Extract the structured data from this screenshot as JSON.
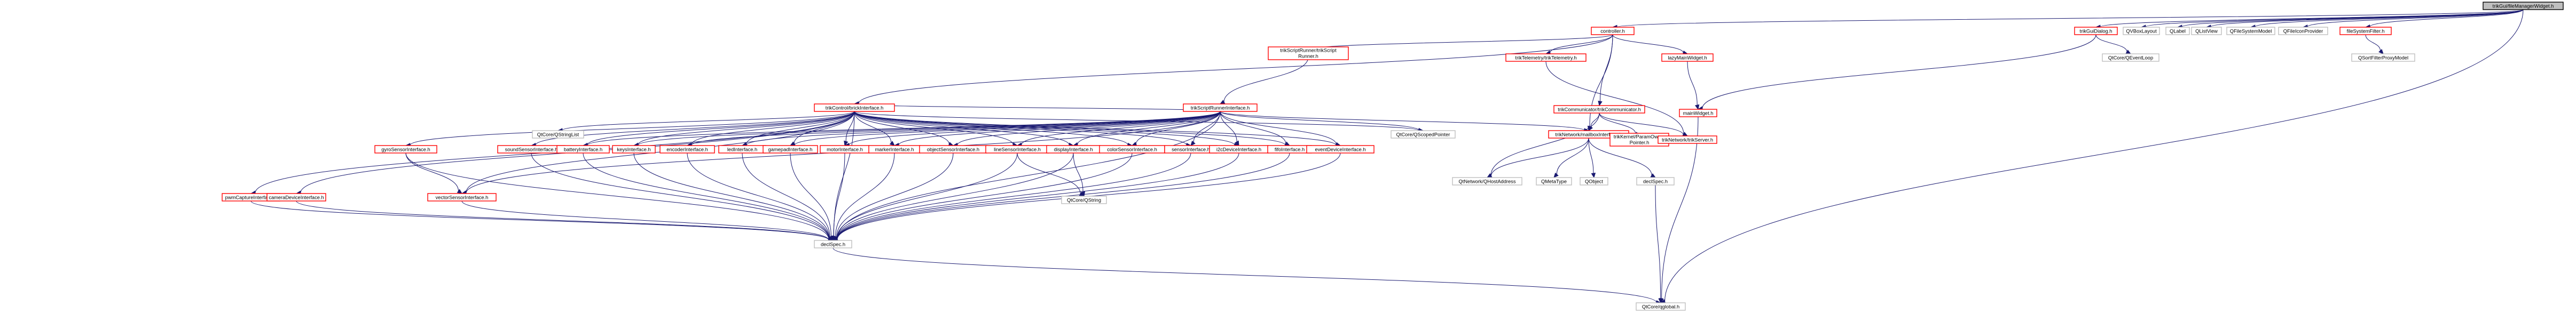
{
  "graph": {
    "nodes": [
      {
        "id": "root",
        "label": "trikGui/fileManagerWidget.h",
        "style": "root"
      },
      {
        "id": "controller",
        "label": "controller.h",
        "style": "red"
      },
      {
        "id": "trikGuiDialog",
        "label": "trikGuiDialog.h",
        "style": "red"
      },
      {
        "id": "qvboxlayout",
        "label": "QVBoxLayout",
        "style": "plain"
      },
      {
        "id": "qlabel",
        "label": "QLabel",
        "style": "plain"
      },
      {
        "id": "qlistview",
        "label": "QListView",
        "style": "plain"
      },
      {
        "id": "qfilesystemmodel",
        "label": "QFileSystemModel",
        "style": "plain"
      },
      {
        "id": "qfileiconprovider",
        "label": "QFileIconProvider",
        "style": "plain"
      },
      {
        "id": "filesystemfilter",
        "label": "fileSystemFilter.h",
        "style": "red"
      },
      {
        "id": "qsortfilterproxymodel",
        "label": "QSortFilterProxyModel",
        "style": "plain"
      },
      {
        "id": "scriptrunner",
        "label": "trikScriptRunner/trikScriptRunner.h",
        "style": "red"
      },
      {
        "id": "telemetry",
        "label": "trikTelemetry/trikTelemetry.h",
        "style": "red"
      },
      {
        "id": "communicator",
        "label": "trikCommunicator/trikCommunicator.h",
        "style": "red"
      },
      {
        "id": "lazymainwidget",
        "label": "lazyMainWidget.h",
        "style": "red"
      },
      {
        "id": "mainwidget",
        "label": "mainWidget.h",
        "style": "red"
      },
      {
        "id": "qeventloop",
        "label": "QtCore/QEventLoop",
        "style": "plain"
      },
      {
        "id": "brickinterface",
        "label": "trikControl/brickInterface.h",
        "style": "red"
      },
      {
        "id": "scriptrunnerinterface",
        "label": "trikScriptRunnerInterface.h",
        "style": "red"
      },
      {
        "id": "mailboxinterface",
        "label": "trikNetwork/mailboxInterface.h",
        "style": "red"
      },
      {
        "id": "trikkernel_paramowner",
        "label": "trikKernel/ParamOwnerPointer.h",
        "style": "red"
      },
      {
        "id": "trikserver",
        "label": "trikNetwork/trikServer.h",
        "style": "red"
      },
      {
        "id": "qstringlist",
        "label": "QtCore/QStringList",
        "style": "plain"
      },
      {
        "id": "pwmcapture",
        "label": "pwmCaptureInterface.h",
        "style": "red"
      },
      {
        "id": "camera",
        "label": "cameraDeviceInterface.h",
        "style": "red"
      },
      {
        "id": "gyro",
        "label": "gyroSensorInterface.h",
        "style": "red"
      },
      {
        "id": "vector",
        "label": "vectorSensorInterface.h",
        "style": "red"
      },
      {
        "id": "sound",
        "label": "soundSensorInterface.h",
        "style": "red"
      },
      {
        "id": "battery",
        "label": "batteryInterface.h",
        "style": "red"
      },
      {
        "id": "keys",
        "label": "keysInterface.h",
        "style": "red"
      },
      {
        "id": "encoder",
        "label": "encoderInterface.h",
        "style": "red"
      },
      {
        "id": "led",
        "label": "ledInterface.h",
        "style": "red"
      },
      {
        "id": "gamepad",
        "label": "gamepadInterface.h",
        "style": "red"
      },
      {
        "id": "motor",
        "label": "motorInterface.h",
        "style": "red"
      },
      {
        "id": "marker",
        "label": "markerInterface.h",
        "style": "red"
      },
      {
        "id": "object",
        "label": "objectSensorInterface.h",
        "style": "red"
      },
      {
        "id": "line",
        "label": "lineSensorInterface.h",
        "style": "red"
      },
      {
        "id": "display",
        "label": "displayInterface.h",
        "style": "red"
      },
      {
        "id": "color",
        "label": "colorSensorInterface.h",
        "style": "red"
      },
      {
        "id": "sensor",
        "label": "sensorInterface.h",
        "style": "red"
      },
      {
        "id": "i2c",
        "label": "i2cDeviceInterface.h",
        "style": "red"
      },
      {
        "id": "fifo",
        "label": "fifoInterface.h",
        "style": "red"
      },
      {
        "id": "event",
        "label": "eventDeviceInterface.h",
        "style": "red"
      },
      {
        "id": "qscopedpointer",
        "label": "QtCore/QScopedPointer",
        "style": "plain"
      },
      {
        "id": "qhostaddress",
        "label": "QtNetwork/QHostAddress",
        "style": "plain"
      },
      {
        "id": "qmetatype",
        "label": "QMetaType",
        "style": "plain"
      },
      {
        "id": "qobject",
        "label": "QObject",
        "style": "plain"
      },
      {
        "id": "qstring",
        "label": "QtCore/QString",
        "style": "plain"
      },
      {
        "id": "declspec_control",
        "label": "declSpec.h",
        "style": "plain"
      },
      {
        "id": "declspec_network",
        "label": "declSpec.h",
        "style": "plain"
      },
      {
        "id": "qglobal",
        "label": "QtCore/qglobal.h",
        "style": "plain"
      }
    ],
    "edges": [
      [
        "root",
        "controller"
      ],
      [
        "root",
        "trikGuiDialog"
      ],
      [
        "root",
        "qvboxlayout"
      ],
      [
        "root",
        "qlabel"
      ],
      [
        "root",
        "qlistview"
      ],
      [
        "root",
        "qfilesystemmodel"
      ],
      [
        "root",
        "qfileiconprovider"
      ],
      [
        "root",
        "filesystemfilter"
      ],
      [
        "root",
        "qglobal"
      ],
      [
        "filesystemfilter",
        "qsortfilterproxymodel"
      ],
      [
        "trikGuiDialog",
        "qeventloop"
      ],
      [
        "trikGuiDialog",
        "mainwidget"
      ],
      [
        "controller",
        "scriptrunner"
      ],
      [
        "controller",
        "telemetry"
      ],
      [
        "controller",
        "communicator"
      ],
      [
        "controller",
        "lazymainwidget"
      ],
      [
        "controller",
        "mailboxinterface"
      ],
      [
        "controller",
        "brickinterface"
      ],
      [
        "lazymainwidget",
        "mainwidget"
      ],
      [
        "mainwidget",
        "qglobal"
      ],
      [
        "scriptrunner",
        "scriptrunnerinterface"
      ],
      [
        "telemetry",
        "trikserver"
      ],
      [
        "communicator",
        "trikkernel_paramowner"
      ],
      [
        "communicator",
        "trikserver"
      ],
      [
        "communicator",
        "mailboxinterface"
      ],
      [
        "communicator",
        "qhostaddress"
      ],
      [
        "mailboxinterface",
        "qhostaddress"
      ],
      [
        "mailboxinterface",
        "qmetatype"
      ],
      [
        "mailboxinterface",
        "qobject"
      ],
      [
        "mailboxinterface",
        "declspec_network"
      ],
      [
        "declspec_network",
        "qglobal"
      ],
      [
        "scriptrunnerinterface",
        "brickinterface"
      ],
      [
        "scriptrunnerinterface",
        "mailboxinterface"
      ],
      [
        "scriptrunnerinterface",
        "qscopedpointer"
      ],
      [
        "scriptrunnerinterface",
        "declspec_control"
      ],
      [
        "scriptrunnerinterface",
        "motor"
      ],
      [
        "scriptrunnerinterface",
        "marker"
      ],
      [
        "scriptrunnerinterface",
        "object"
      ],
      [
        "scriptrunnerinterface",
        "line"
      ],
      [
        "scriptrunnerinterface",
        "display"
      ],
      [
        "scriptrunnerinterface",
        "color"
      ],
      [
        "scriptrunnerinterface",
        "sensor"
      ],
      [
        "scriptrunnerinterface",
        "i2c"
      ],
      [
        "scriptrunnerinterface",
        "fifo"
      ],
      [
        "scriptrunnerinterface",
        "event"
      ],
      [
        "scriptrunnerinterface",
        "vector"
      ],
      [
        "scriptrunnerinterface",
        "gamepad"
      ],
      [
        "scriptrunnerinterface",
        "led"
      ],
      [
        "scriptrunnerinterface",
        "encoder"
      ],
      [
        "scriptrunnerinterface",
        "keys"
      ],
      [
        "scriptrunnerinterface",
        "battery"
      ],
      [
        "brickinterface",
        "qstringlist"
      ],
      [
        "brickinterface",
        "pwmcapture"
      ],
      [
        "brickinterface",
        "camera"
      ],
      [
        "brickinterface",
        "gyro"
      ],
      [
        "brickinterface",
        "vector"
      ],
      [
        "brickinterface",
        "sound"
      ],
      [
        "brickinterface",
        "battery"
      ],
      [
        "brickinterface",
        "keys"
      ],
      [
        "brickinterface",
        "encoder"
      ],
      [
        "brickinterface",
        "led"
      ],
      [
        "brickinterface",
        "gamepad"
      ],
      [
        "brickinterface",
        "motor"
      ],
      [
        "brickinterface",
        "marker"
      ],
      [
        "brickinterface",
        "object"
      ],
      [
        "brickinterface",
        "line"
      ],
      [
        "brickinterface",
        "display"
      ],
      [
        "brickinterface",
        "color"
      ],
      [
        "brickinterface",
        "sensor"
      ],
      [
        "brickinterface",
        "i2c"
      ],
      [
        "brickinterface",
        "fifo"
      ],
      [
        "brickinterface",
        "event"
      ],
      [
        "brickinterface",
        "qscopedpointer"
      ],
      [
        "brickinterface",
        "declspec_control"
      ],
      [
        "gyro",
        "vector"
      ],
      [
        "gyro",
        "declspec_control"
      ],
      [
        "vector",
        "declspec_control"
      ],
      [
        "pwmcapture",
        "declspec_control"
      ],
      [
        "camera",
        "declspec_control"
      ],
      [
        "sound",
        "declspec_control"
      ],
      [
        "battery",
        "declspec_control"
      ],
      [
        "keys",
        "declspec_control"
      ],
      [
        "encoder",
        "declspec_control"
      ],
      [
        "led",
        "declspec_control"
      ],
      [
        "gamepad",
        "declspec_control"
      ],
      [
        "motor",
        "declspec_control"
      ],
      [
        "marker",
        "declspec_control"
      ],
      [
        "object",
        "declspec_control"
      ],
      [
        "line",
        "declspec_control"
      ],
      [
        "line",
        "qstring"
      ],
      [
        "display",
        "declspec_control"
      ],
      [
        "display",
        "qstring"
      ],
      [
        "color",
        "declspec_control"
      ],
      [
        "sensor",
        "declspec_control"
      ],
      [
        "i2c",
        "declspec_control"
      ],
      [
        "fifo",
        "declspec_control"
      ],
      [
        "event",
        "declspec_control"
      ],
      [
        "declspec_control",
        "qglobal"
      ]
    ]
  }
}
